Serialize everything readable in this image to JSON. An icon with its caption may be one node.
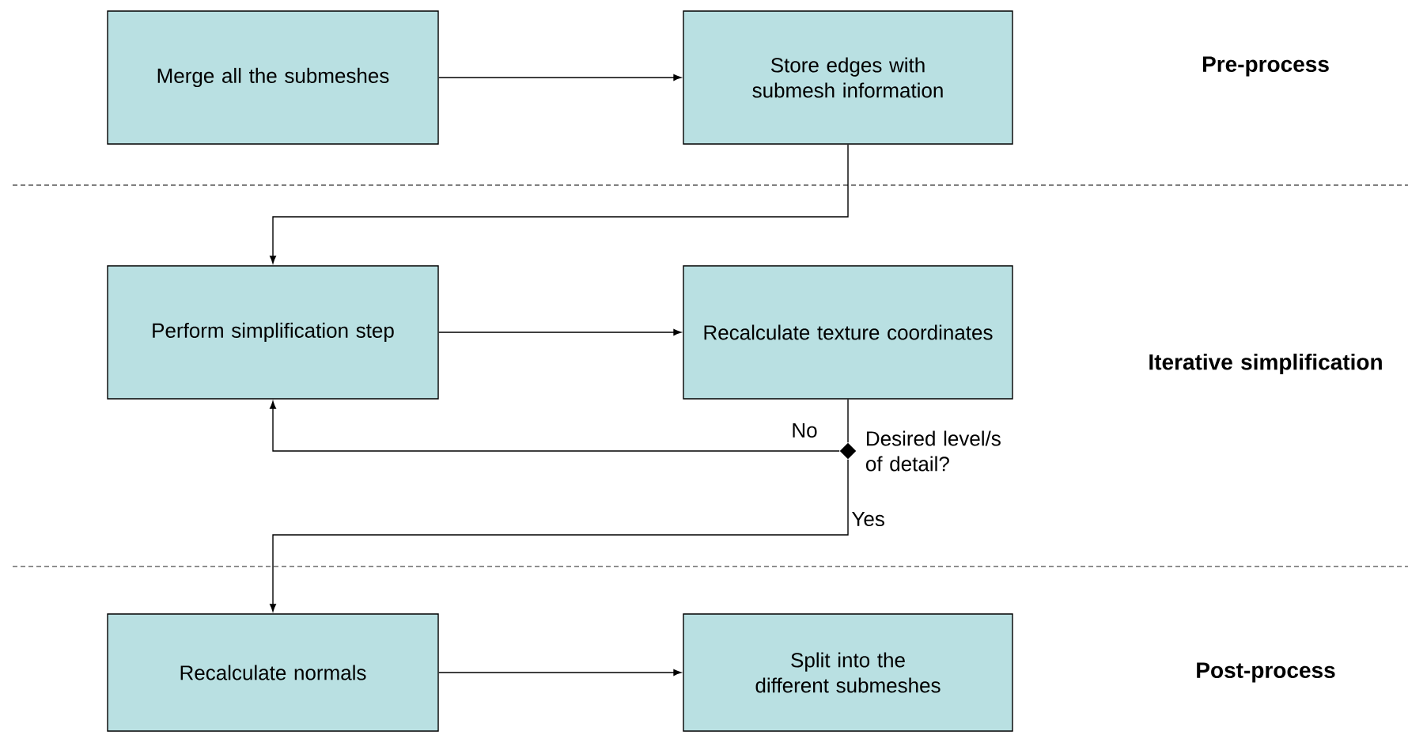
{
  "diagram": {
    "nodes": [
      {
        "text": [
          "Merge all the submeshes"
        ]
      },
      {
        "text": [
          "Store edges with submesh information"
        ]
      },
      {
        "text": [
          "Perform simplification step"
        ]
      },
      {
        "text": [
          "Recalculate texture coordinates"
        ]
      },
      {
        "text": [
          "Recalculate normals"
        ]
      },
      {
        "text": [
          "Split into the different submeshes"
        ]
      },
      {
        "text": [],
        "shape": "diamond",
        "beside": [
          "Desired level/s of detail?"
        ]
      }
    ],
    "edges": [
      {
        "from": 0,
        "to": 1,
        "arrow": "to"
      },
      {
        "from": 1,
        "to": 2,
        "arrow": "to"
      },
      {
        "from": 2,
        "to": 3,
        "arrow": "to"
      },
      {
        "from": 3,
        "to": 6,
        "arrow": "none"
      },
      {
        "from": 6,
        "to": 2,
        "arrow": "to",
        "label": "No"
      },
      {
        "from": 6,
        "to": 4,
        "arrow": "to",
        "label": "Yes"
      },
      {
        "from": 4,
        "to": 5,
        "arrow": "to"
      }
    ],
    "labels": [
      "Pre-process",
      "Iterative simplification",
      "Post-process"
    ]
  }
}
